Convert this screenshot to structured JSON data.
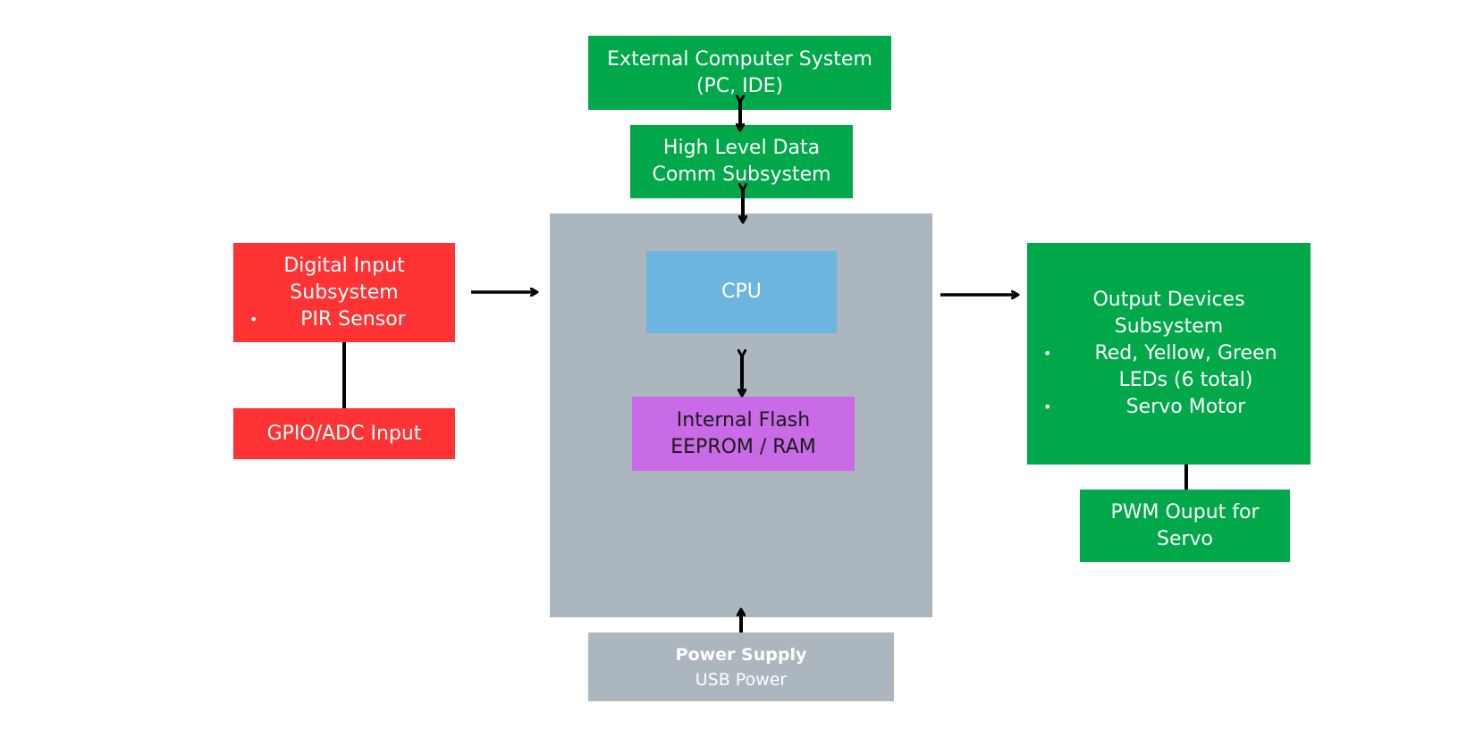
{
  "diagram": {
    "external": {
      "lines": [
        "External Computer System",
        "(PC, IDE)"
      ],
      "color": "#00a84a"
    },
    "comm": {
      "lines": [
        "High Level Data",
        "Comm Subsystem"
      ],
      "color": "#00a84a"
    },
    "mcu": {
      "color": "#acb6bf"
    },
    "cpu": {
      "label": "CPU",
      "color": "#6bb5de"
    },
    "memory": {
      "lines": [
        "Internal Flash",
        "EEPROM / RAM"
      ],
      "color": "#c96ae6"
    },
    "power": {
      "title": "Power Supply",
      "subtitle": "USB Power",
      "color": "#acb6bf"
    },
    "digital_input": {
      "lines": [
        "Digital Input",
        "Subsystem"
      ],
      "bullets": [
        "PIR Sensor"
      ],
      "color": "#ff3333"
    },
    "gpio": {
      "label": "GPIO/ADC Input",
      "color": "#ff3333"
    },
    "output": {
      "lines": [
        "Output Devices",
        "Subsystem"
      ],
      "bullets": [
        "Red, Yellow, Green",
        "LEDs (6 total)",
        "Servo Motor"
      ],
      "color": "#00a84a"
    },
    "pwm": {
      "lines": [
        "PWM Ouput for",
        "Servo"
      ],
      "color": "#00a84a"
    },
    "bullet_glyph": "•"
  }
}
